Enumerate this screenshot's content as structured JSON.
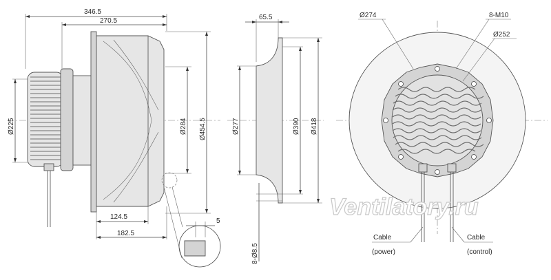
{
  "side_view": {
    "dim_overall_length": "346.5",
    "dim_wheel_length": "270.5",
    "dim_motor_dia": "Ø225",
    "dim_inlet_dia": "Ø284",
    "dim_wheel_dia": "Ø454.5",
    "dim_mount_width": "124.5",
    "dim_base_length": "182.5",
    "dim_flange_thickness": "5"
  },
  "nozzle_view": {
    "dim_nozzle_depth": "65.5",
    "dim_inner_dia": "Ø277",
    "dim_bolt_circle": "Ø390",
    "dim_outer_dia": "Ø418",
    "dim_holes": "8-Ø8.5"
  },
  "front_view": {
    "dim_motor_flange_dia": "Ø274",
    "dim_thread": "8-M10",
    "dim_bolt_dia": "Ø252",
    "cable_power_line1": "Cable",
    "cable_power_line2": "(power)",
    "cable_control_line1": "Cable",
    "cable_control_line2": "(control)"
  },
  "watermark": "Ventilatory.ru"
}
